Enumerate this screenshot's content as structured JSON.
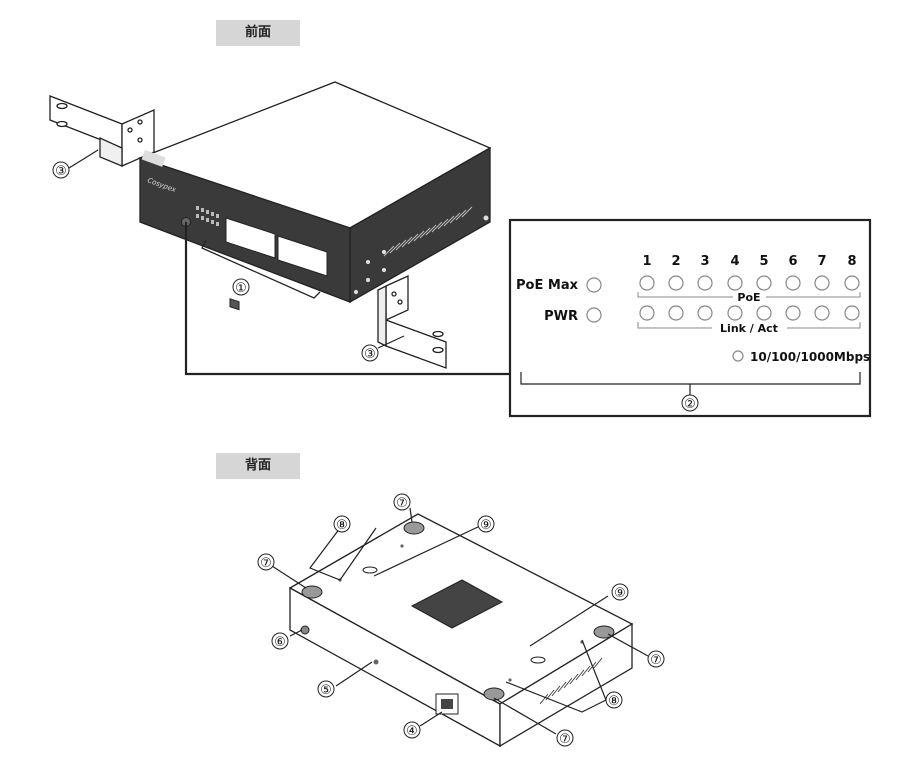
{
  "sections": {
    "front_label": "前面",
    "back_label": "背面"
  },
  "callouts": {
    "c1": "①",
    "c2": "②",
    "c3": "③",
    "c4": "④",
    "c5": "⑤",
    "c6": "⑥",
    "c7": "⑦",
    "c8": "⑧",
    "c9": "⑨"
  },
  "led_panel": {
    "poe_max_label": "PoE Max",
    "pwr_label": "PWR",
    "port_numbers": [
      "1",
      "2",
      "3",
      "4",
      "5",
      "6",
      "7",
      "8"
    ],
    "poe_group_label": "PoE",
    "link_group_label": "Link / Act",
    "speed_label": "10/100/1000Mbps"
  },
  "device_print": {
    "brand": "Cosypex"
  },
  "colors": {
    "line": "#222222",
    "tag_bg": "#d6d6d6",
    "led_stroke": "#888888",
    "device_dark": "#3a3a3a"
  }
}
